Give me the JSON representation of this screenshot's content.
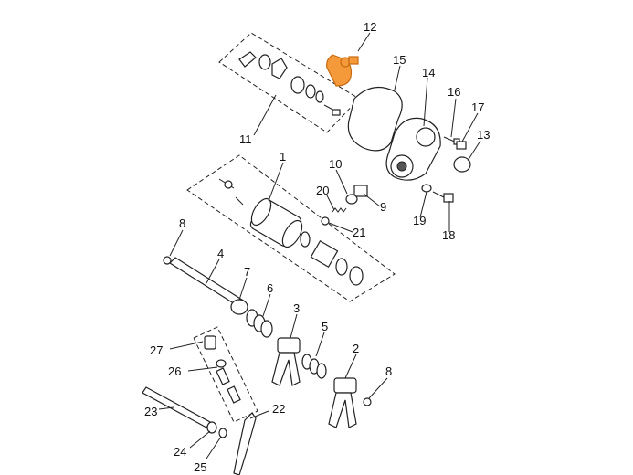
{
  "labels": {
    "p1": "1",
    "p2": "2",
    "p3": "3",
    "p4": "4",
    "p5": "5",
    "p6": "6",
    "p7": "7",
    "p8a": "8",
    "p8b": "8",
    "p9": "9",
    "p10": "10",
    "p11": "11",
    "p12": "12",
    "p13": "13",
    "p14": "14",
    "p15": "15",
    "p16": "16",
    "p17": "17",
    "p18": "18",
    "p19": "19",
    "p20": "20",
    "p21": "21",
    "p22": "22",
    "p23": "23",
    "p24": "24",
    "p25": "25",
    "p26": "26",
    "p27": "27"
  },
  "colors": {
    "highlight": "#f59a3a",
    "line": "#222222"
  }
}
